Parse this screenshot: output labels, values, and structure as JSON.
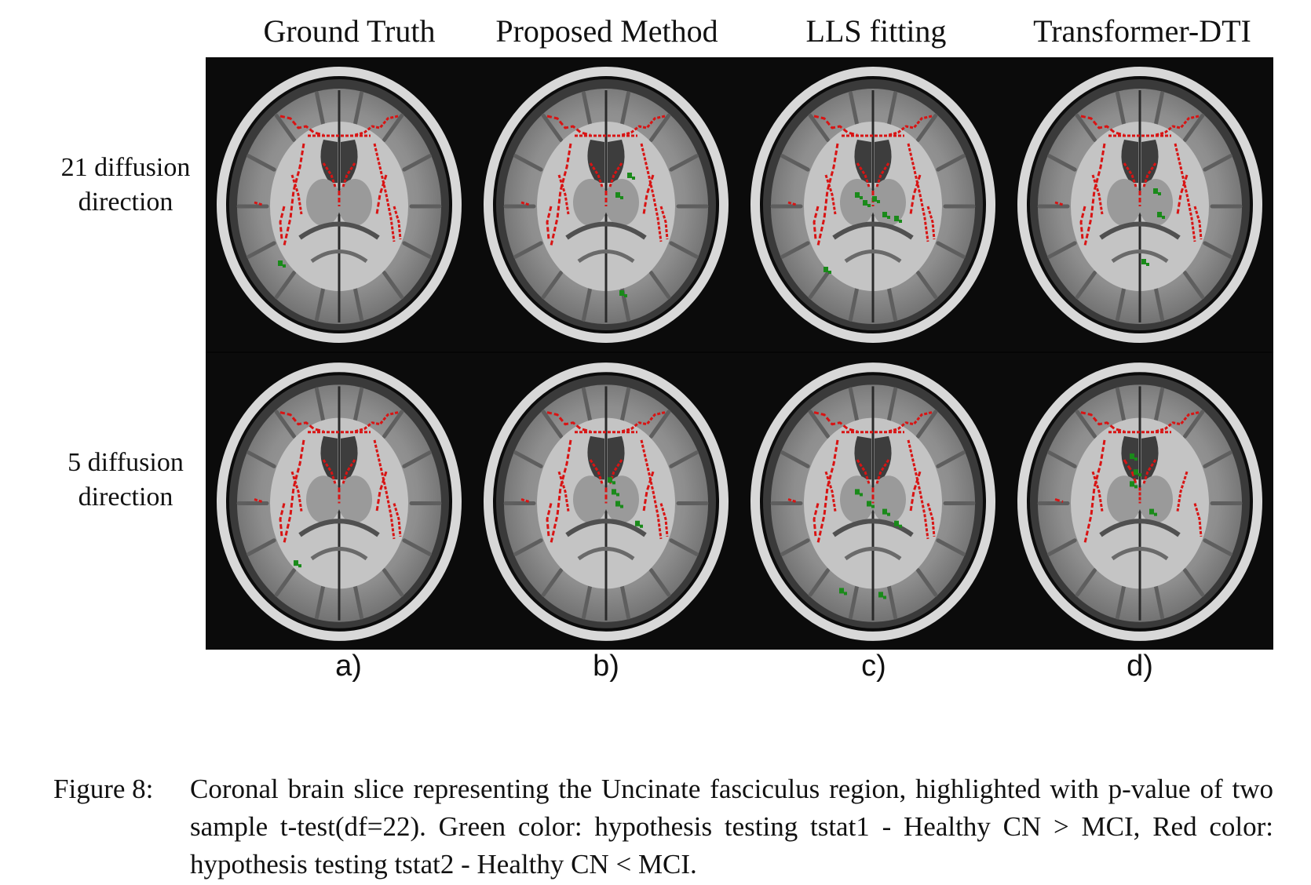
{
  "figure": {
    "columns": [
      "Ground Truth",
      "Proposed Method",
      "LLS fitting",
      "Transformer-DTI"
    ],
    "rows": [
      {
        "line1": "21 diffusion",
        "line2": "direction"
      },
      {
        "line1": "5 diffusion",
        "line2": "direction"
      }
    ],
    "panel_letters": [
      "a)",
      "b)",
      "c)",
      "d)"
    ],
    "colors": {
      "background": "#000000",
      "tstat1_green": "#1a8a1a",
      "tstat2_red": "#d81414"
    },
    "caption": {
      "label": "Figure 8:",
      "text": "Coronal brain slice representing the Uncinate fasciculus region, highlighted with p-value of two sample t-test(df=22). Green color: hypothesis testing tstat1 - Healthy CN > MCI, Red color: hypothesis testing tstat2 - Healthy CN < MCI."
    }
  }
}
